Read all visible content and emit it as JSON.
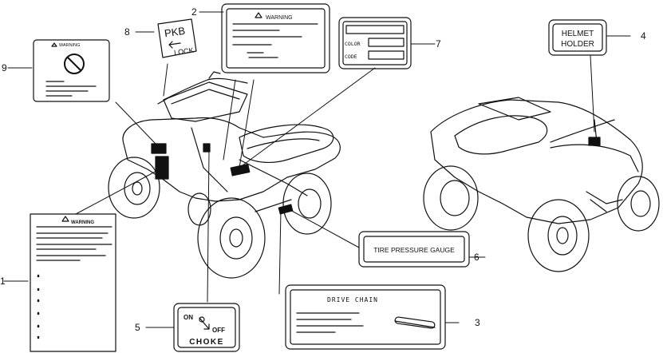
{
  "labels": {
    "warning_text": "WARNING",
    "pkb": "PKB",
    "lock": "LOCK",
    "color": "COLOR",
    "code": "CODE",
    "helmet": "HELMET",
    "holder": "HOLDER",
    "tire_pressure_gauge": "TIRE PRESSURE GAUGE",
    "drive_chain": "DRIVE CHAIN",
    "on": "ON",
    "off": "OFF",
    "choke": "CHOKE"
  },
  "callouts": [
    "1",
    "2",
    "3",
    "4",
    "5",
    "6",
    "7",
    "8",
    "9"
  ]
}
